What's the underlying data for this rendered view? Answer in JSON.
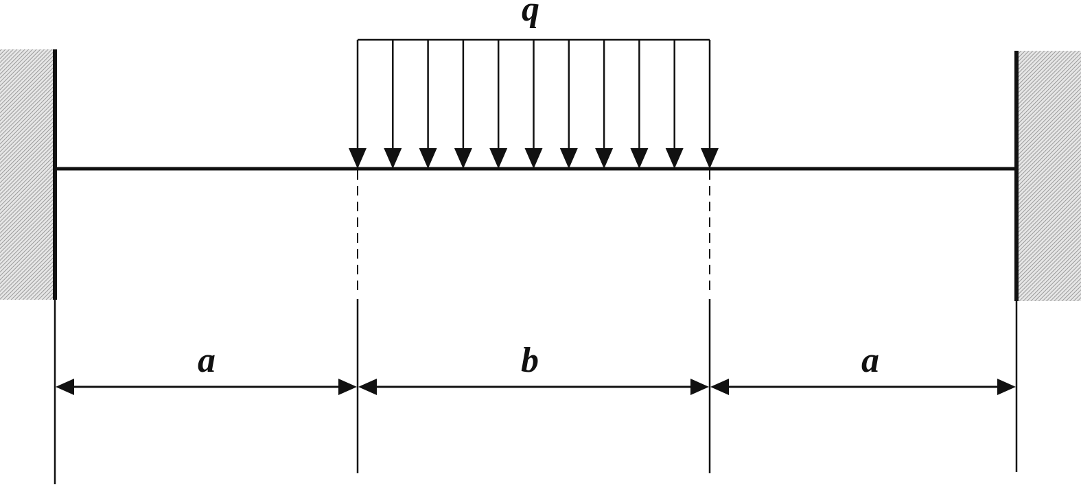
{
  "diagram": {
    "load_label": "q",
    "span_labels": {
      "left": "a",
      "middle": "b",
      "right": "a"
    },
    "load_arrow_count": 11,
    "supports": [
      "fixed",
      "fixed"
    ],
    "colors": {
      "line": "#111111",
      "hatch": "#9a9a9a",
      "hatch_background": "#e6e6e6"
    }
  }
}
